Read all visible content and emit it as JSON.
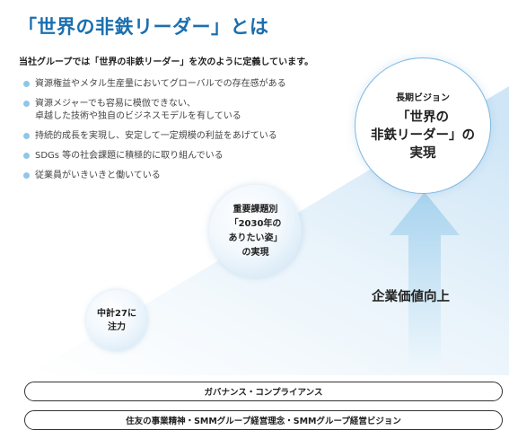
{
  "title": "「世界の非鉄リーダー」とは",
  "subtitle": "当社グループでは「世界の非鉄リーダー」を次のように定義しています。",
  "bullets": [
    "資源権益やメタル生産量においてグローバルでの存在感がある",
    "資源メジャーでも容易に模倣できない、\n卓越した技術や独自のビジネスモデルを有している",
    "持続的成長を実現し、安定して一定規模の利益をあげている",
    "SDGs 等の社会課題に積極的に取り組んでいる",
    "従業員がいきいきと働いている"
  ],
  "circles": {
    "small": "中計27に\n注力",
    "medium": "重要課題別\n「2030年の\nありたい姿」\nの実現",
    "large_label": "長期ビジョン",
    "large_title": "「世界の\n非鉄リーダー」の\n実現"
  },
  "arrow_label": "企業価値向上",
  "foundations": [
    "ガバナンス・コンプライアンス",
    "住友の事業精神・SMMグループ経営理念・SMMグループ経営ビジョン"
  ],
  "colors": {
    "title": "#1a6fb0",
    "accent_light": "#8ec7ea",
    "arrow_top": "#a8d3ee",
    "arrow_bottom": "#e6f3fb"
  }
}
